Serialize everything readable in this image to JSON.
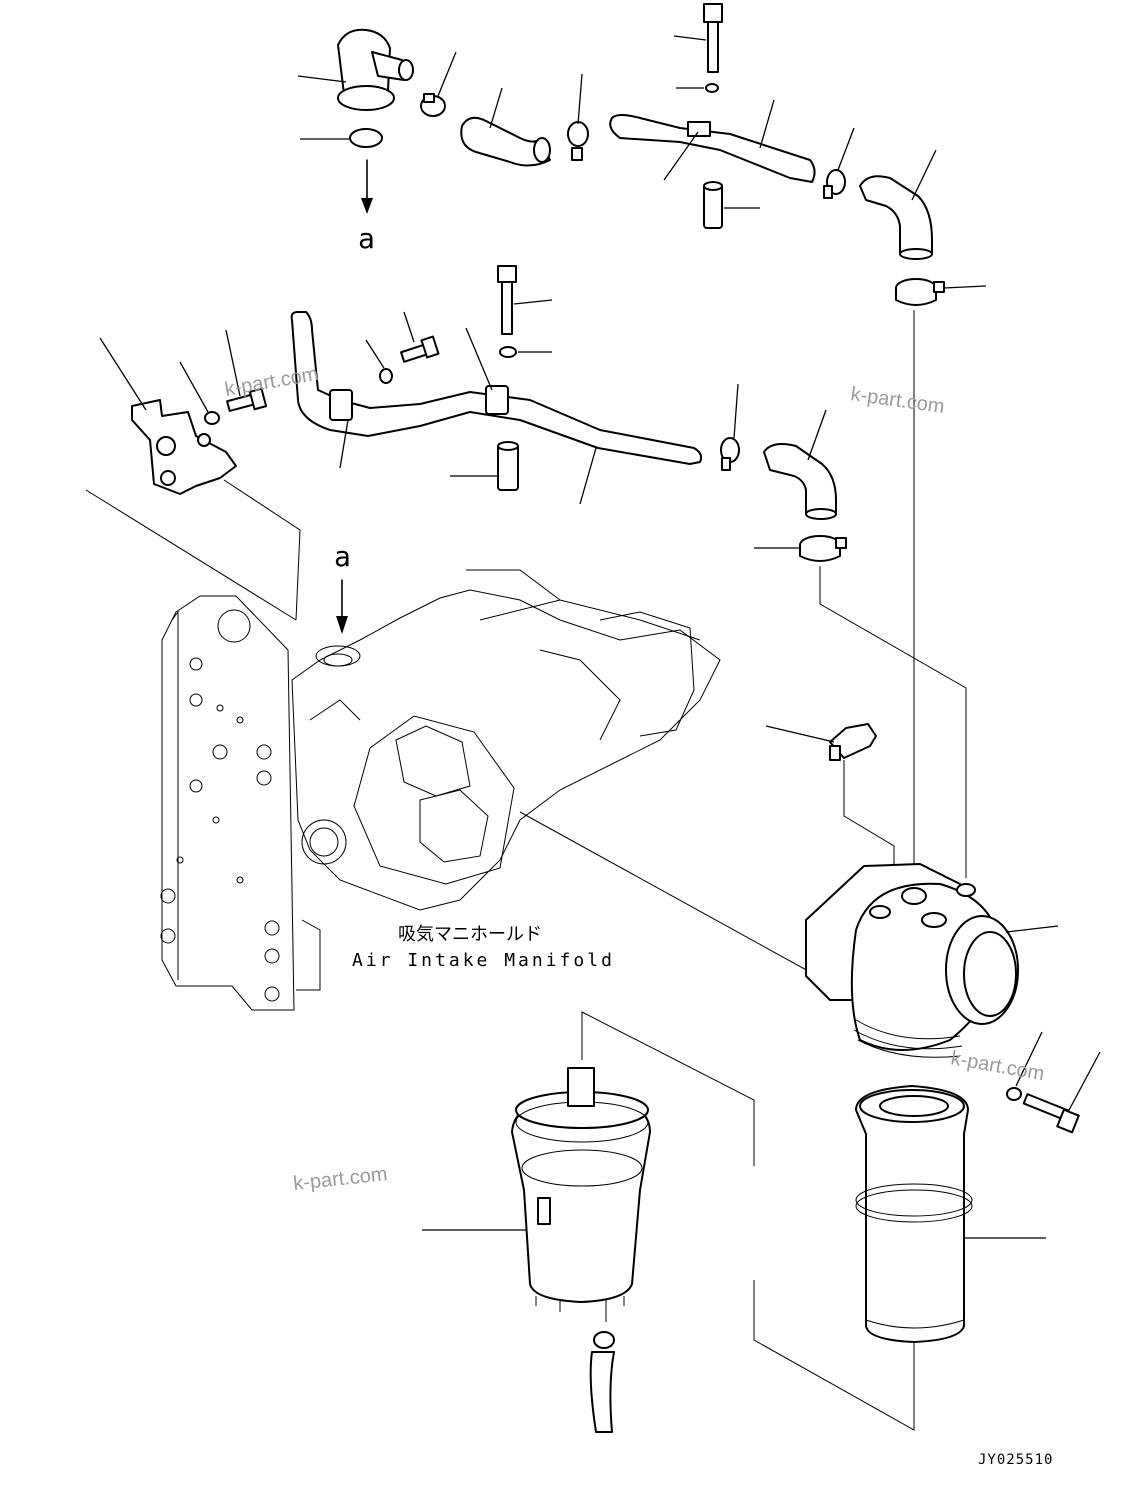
{
  "diagram": {
    "view_marker": "a",
    "view_marker_target": "a",
    "manifold_label_ja": "吸気マニホールド",
    "manifold_label_en": "Air Intake Manifold",
    "watermark": "k-part.com",
    "drawing_number": "JY025510"
  },
  "colors": {
    "ink": "#000000",
    "watermark": "#9a9a9a",
    "background": "#ffffff"
  }
}
